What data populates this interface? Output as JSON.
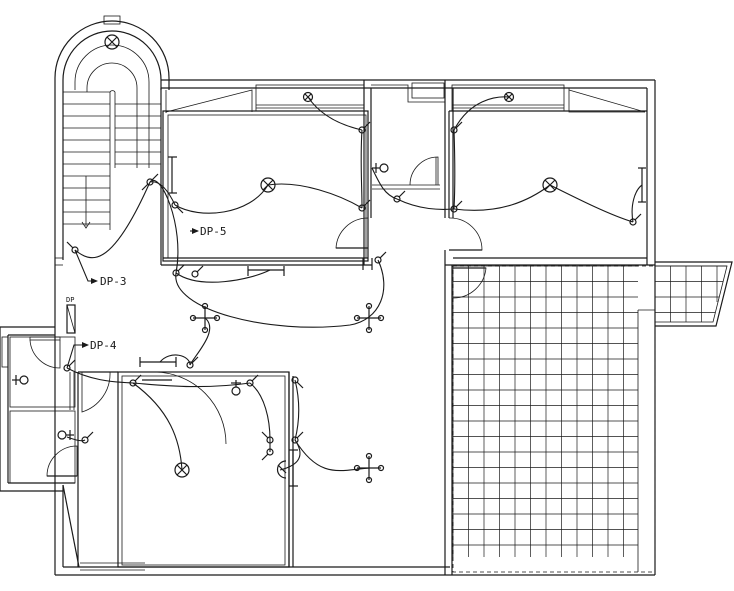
{
  "labels": {
    "dp5": "DP-5",
    "dp3": "DP-3",
    "dp4": "DP-4",
    "dp": "DP"
  },
  "colors": {
    "ink": "#1a1a1a",
    "paper": "#ffffff"
  },
  "symbols": [
    "ceiling-light-icon",
    "switch-icon",
    "fan-icon",
    "socket-icon",
    "panel-icon",
    "arrow-icon"
  ]
}
